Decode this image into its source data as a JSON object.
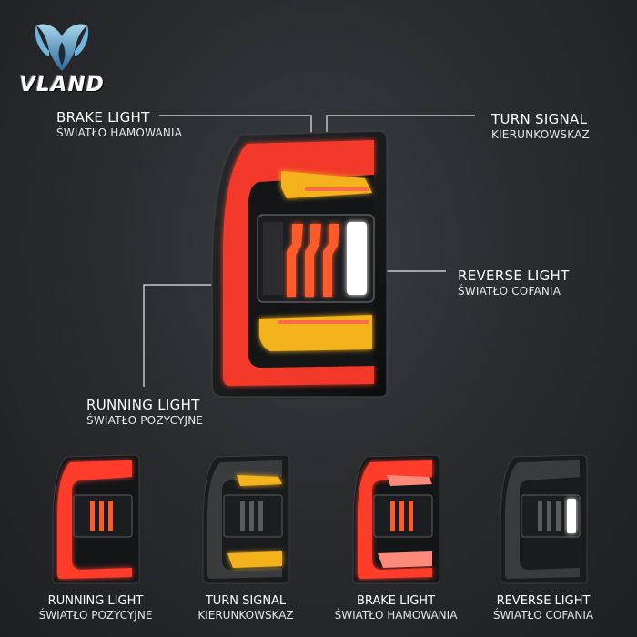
{
  "brand": {
    "name": "VLAND"
  },
  "callouts": {
    "brake": {
      "en": "BRAKE LIGHT",
      "pl": "ŚWIATŁO HAMOWANIA"
    },
    "turn": {
      "en": "TURN SIGNAL",
      "pl": "KIERUNKOWSKAZ"
    },
    "reverse": {
      "en": "REVERSE LIGHT",
      "pl": "ŚWIATŁO COFANIA"
    },
    "running": {
      "en": "RUNNING LIGHT",
      "pl": "ŚWIATŁO POZYCYJNE"
    }
  },
  "thumbnails": [
    {
      "en": "RUNNING LIGHT",
      "pl": "ŚWIATŁO POZYCYJNE"
    },
    {
      "en": "TURN SIGNAL",
      "pl": "KIERUNKOWSKAZ"
    },
    {
      "en": "BRAKE LIGHT",
      "pl": "ŚWIATŁO HAMOWANIA"
    },
    {
      "en": "REVERSE LIGHT",
      "pl": "ŚWIATŁO COFANIA"
    }
  ],
  "colors": {
    "red": "#ff3b2a",
    "amber": "#f4b21c",
    "white_led": "#ffffff",
    "housing": "#121314"
  }
}
